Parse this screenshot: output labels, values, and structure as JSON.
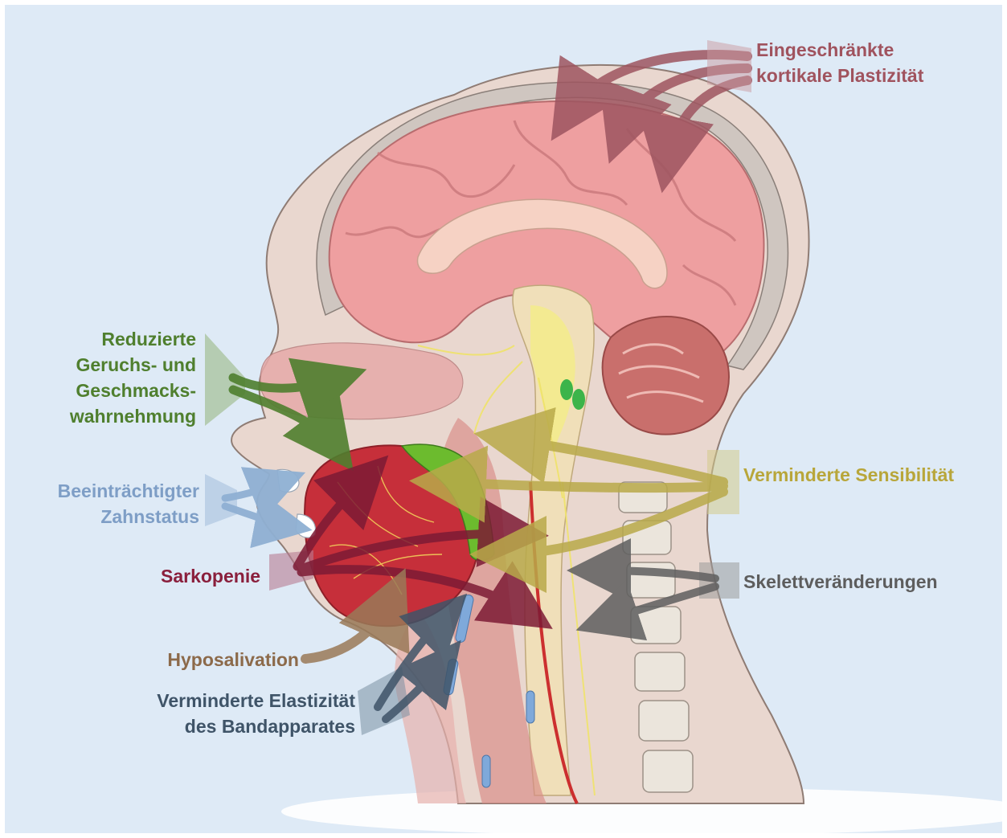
{
  "colors": {
    "background": "#deeaf6",
    "plasticity": "#a0535e",
    "smell_taste": "#4f7f2e",
    "teeth": "#7e9ec6",
    "sarcopenia": "#8a1f3c",
    "hyposalivation": "#8c6a4a",
    "ligament": "#3f5468",
    "sensibility": "#b8a63a",
    "skeleton": "#5d5d5d"
  },
  "labels": {
    "plasticity": [
      "Eingeschränkte",
      "kortikale Plastizität"
    ],
    "smell_taste": [
      "Reduzierte",
      "Geruchs- und",
      "Geschmacks-",
      "wahrnehmung"
    ],
    "teeth": [
      "Beeinträchtigter",
      "Zahnstatus"
    ],
    "sarcopenia": "Sarkopenie",
    "hyposalivation": "Hyposalivation",
    "ligament": [
      "Verminderte Elastizität",
      "des Bandapparates"
    ],
    "sensibility": "Verminderte Sensibilität",
    "skeleton": "Skelettveränderungen"
  },
  "icons": [
    "head-sagittal-section-illustration"
  ]
}
